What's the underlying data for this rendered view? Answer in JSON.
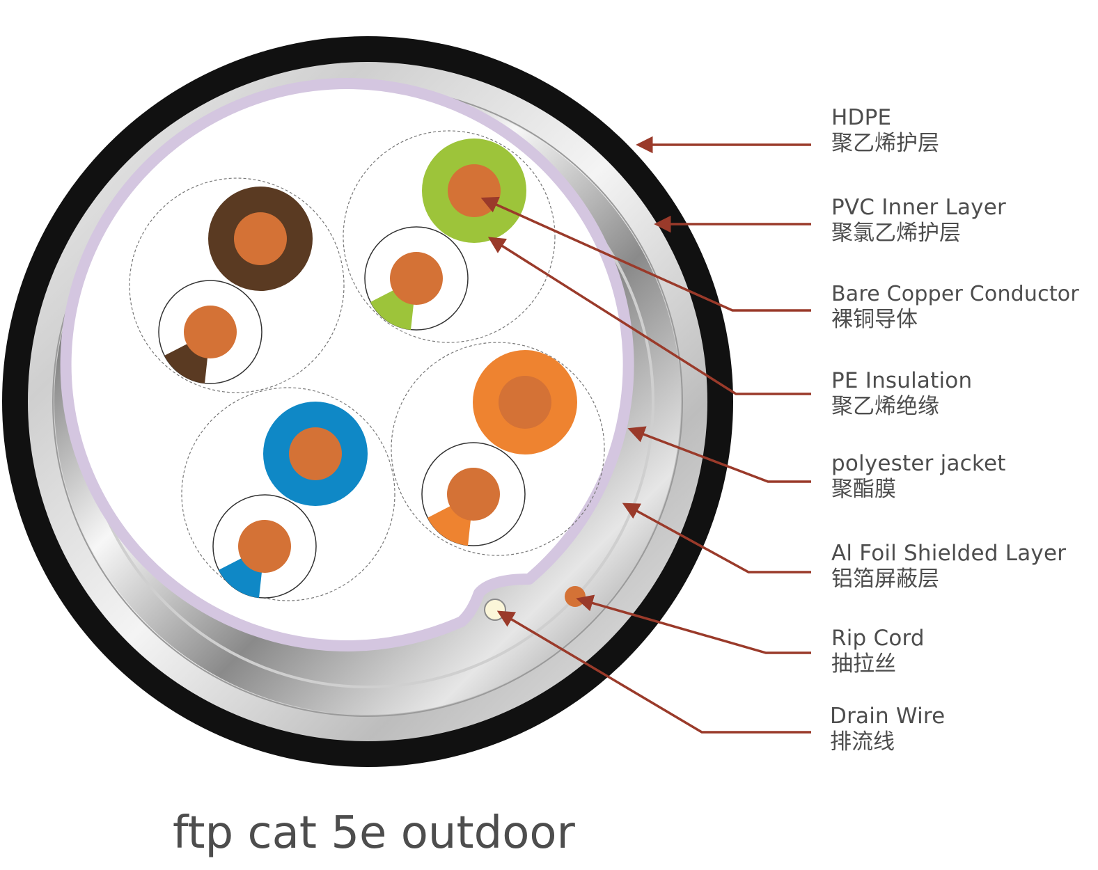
{
  "caption": "ftp cat 5e outdoor",
  "labels": [
    {
      "id": "hdpe",
      "en": "HDPE",
      "zh": "聚乙烯护层"
    },
    {
      "id": "pvc-inner-layer",
      "en": "PVC Inner Layer",
      "zh": "聚氯乙烯护层"
    },
    {
      "id": "bare-copper-conductor",
      "en": "Bare Copper Conductor",
      "zh": "裸铜导体"
    },
    {
      "id": "pe-insulation",
      "en": "PE Insulation",
      "zh": "聚乙烯绝缘"
    },
    {
      "id": "polyester-jacket",
      "en": "polyester jacket",
      "zh": "聚酯膜"
    },
    {
      "id": "al-foil-shielded-layer",
      "en": "Al Foil Shielded Layer",
      "zh": "铝箔屏蔽层"
    },
    {
      "id": "rip-cord",
      "en": "Rip Cord",
      "zh": "抽拉丝"
    },
    {
      "id": "drain-wire",
      "en": "Drain Wire",
      "zh": "排流线"
    }
  ],
  "pairs": [
    {
      "id": "brown-pair",
      "color": "#5a3a22",
      "stripe_color": "#5a3a22"
    },
    {
      "id": "green-pair",
      "color": "#9dc43a",
      "stripe_color": "#9dc43a"
    },
    {
      "id": "blue-pair",
      "color": "#0f88c6",
      "stripe_color": "#0f88c6"
    },
    {
      "id": "orange-pair",
      "color": "#ee8330",
      "stripe_color": "#ee8330"
    }
  ],
  "colors": {
    "outer_jacket": "#111111",
    "inner_layer": "#d8d8d8",
    "foil": "#a8a8a8",
    "polyester": "#d4c6e0",
    "copper": "#d47236",
    "arrow": "#9a3a2a",
    "text": "#4d4d4d"
  }
}
